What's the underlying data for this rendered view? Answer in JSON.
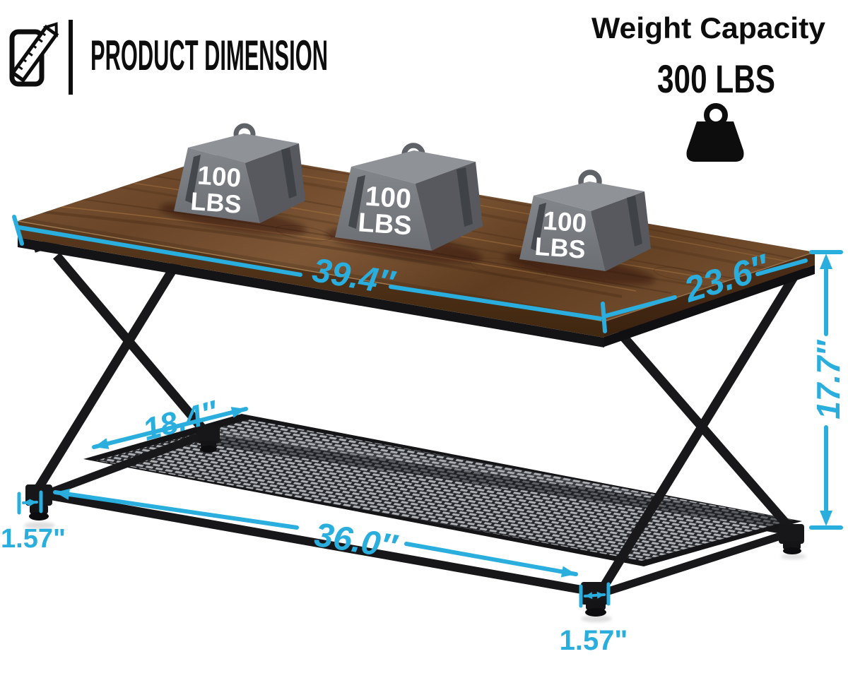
{
  "header": {
    "title": "PRODUCT DIMENSION",
    "title_icon": "ruler-icon"
  },
  "weight_capacity": {
    "label": "Weight Capacity",
    "value": "300 LBS",
    "icon": "kettlebell-weight-icon"
  },
  "weights_on_table": [
    {
      "value": "100",
      "unit": "LBS"
    },
    {
      "value": "100",
      "unit": "LBS"
    },
    {
      "value": "100",
      "unit": "LBS"
    }
  ],
  "dimensions": {
    "tabletop_length": "39.4″",
    "tabletop_depth": "23.6″",
    "table_height": "17.7″",
    "shelf_depth": "18.4″",
    "shelf_length": "36.0″",
    "left_foot_width": "1.57\"",
    "front_foot_width": "1.57\""
  },
  "colors": {
    "accent": "#2aaede",
    "text": "#0d0d0d",
    "wood": "#6d4729",
    "metal_frame": "#17171a",
    "weight_gray": "#7b7e83"
  }
}
